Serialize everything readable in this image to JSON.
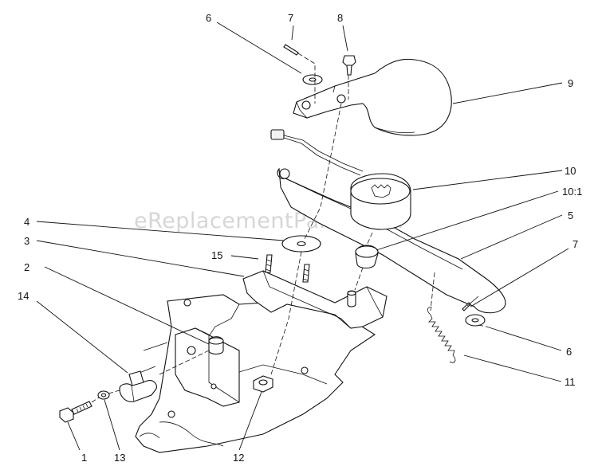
{
  "watermark": "eReplacementParts.com",
  "callouts": {
    "c1": "1",
    "c2": "2",
    "c3": "3",
    "c4": "4",
    "c5": "5",
    "c6a": "6",
    "c6b": "6",
    "c7a": "7",
    "c7b": "7",
    "c8": "8",
    "c9": "9",
    "c10": "10",
    "c10_1": "10:1",
    "c11": "11",
    "c12": "12",
    "c13": "13",
    "c14": "14",
    "c15": "15"
  }
}
